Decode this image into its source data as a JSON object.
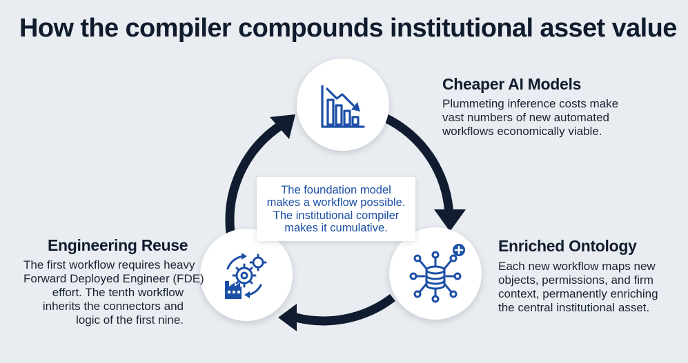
{
  "title": "How the compiler compounds institutional asset value",
  "center": {
    "lines": [
      "The foundation model",
      "makes a workflow possible.",
      "The institutional compiler",
      "makes it cumulative."
    ]
  },
  "nodes": {
    "top": {
      "icon": "declining-bar-chart-icon",
      "heading": "Cheaper AI Models",
      "lines": [
        "Plummeting inference costs make",
        "vast numbers of new automated",
        "workflows economically viable."
      ]
    },
    "right": {
      "icon": "database-network-icon",
      "heading": "Enriched Ontology",
      "lines": [
        "Each new workflow maps new",
        "objects, permissions, and firm",
        "context, permanently enriching",
        "the central institutional asset."
      ]
    },
    "left": {
      "icon": "gears-factory-icon",
      "heading": "Engineering Reuse",
      "lines": [
        "The first workflow requires heavy",
        "Forward Deployed Engineer (FDE)",
        "effort. The tenth workflow",
        "inherits the connectors and",
        "logic of the first nine."
      ]
    }
  },
  "colors": {
    "background": "#e9edf1",
    "arrow": "#111c30",
    "icon": "#1c4fa6",
    "center_text": "#1c4fa6"
  }
}
